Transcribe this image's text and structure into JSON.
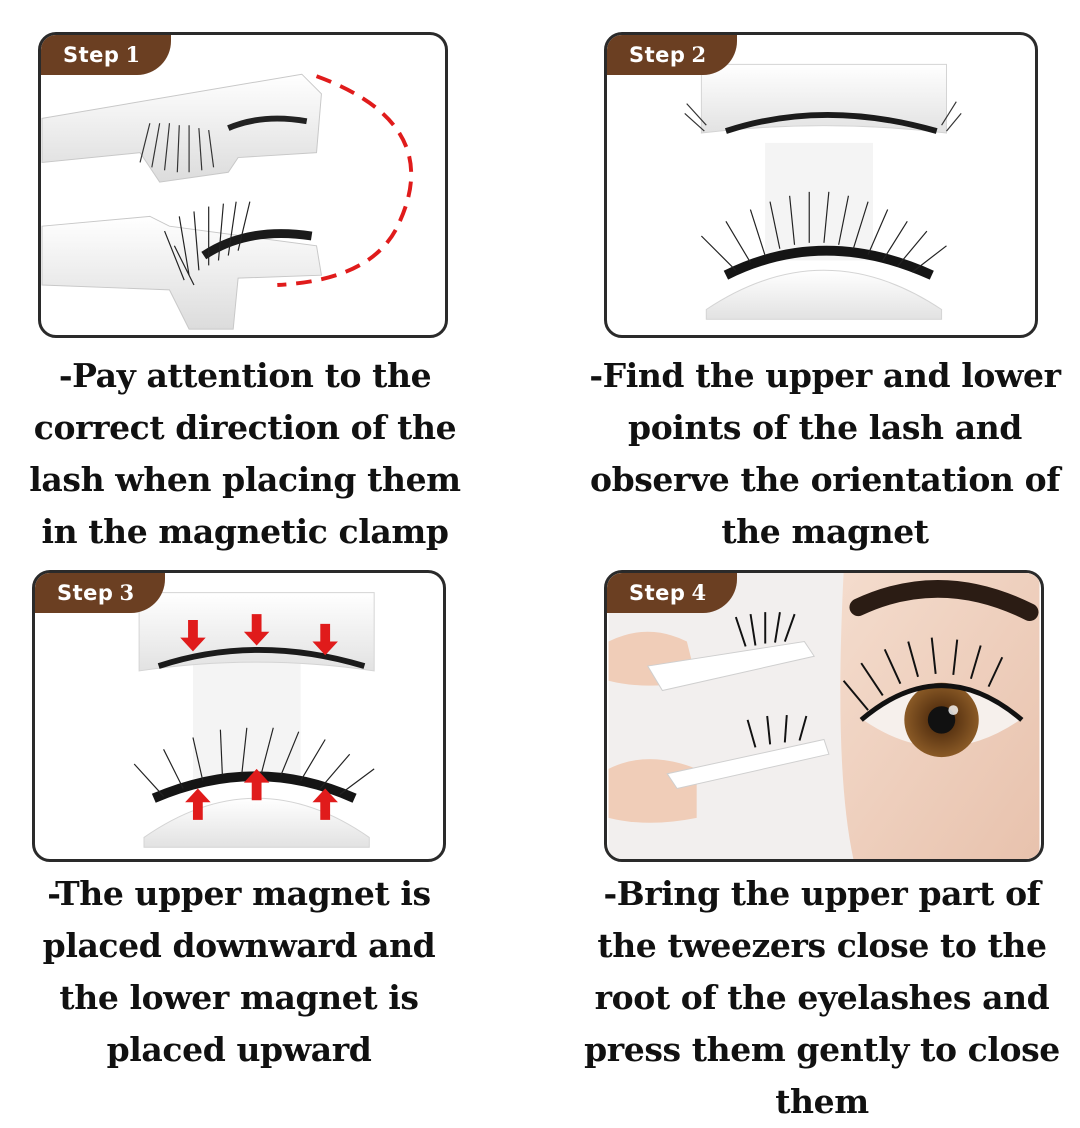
{
  "steps": [
    {
      "badge_label": "Step",
      "badge_number": "1",
      "caption": "-Pay attention to the correct direction of the lash when placing them in the magnetic clamp"
    },
    {
      "badge_label": "Step",
      "badge_number": "2",
      "caption": "-Find the upper and lower points of the lash and observe the orientation of the magnet"
    },
    {
      "badge_label": "Step",
      "badge_number": "3",
      "caption": "-The upper magnet is placed downward and the lower magnet is placed upward"
    },
    {
      "badge_label": "Step",
      "badge_number": "4",
      "caption": "-Bring the upper part of the tweezers close to the root of the eyelashes and press them gently to close them"
    }
  ],
  "colors": {
    "badge": "#6b3f22",
    "arrow": "#e01b1b",
    "text": "#111111"
  },
  "icons": [
    "magnetic-clamp-illustration",
    "lash-holder-illustration",
    "magnet-arrows-illustration",
    "eye-application-photo"
  ]
}
